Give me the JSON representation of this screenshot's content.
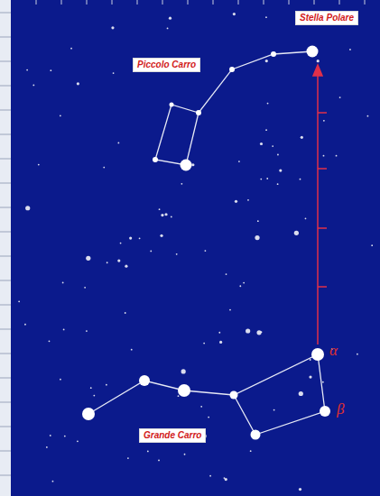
{
  "diagram": {
    "nodes": [
      {
        "text": [
          "Stella Polare"
        ]
      },
      {
        "text": [
          "Piccolo Carro"
        ]
      },
      {
        "text": [
          "Grande Carro"
        ]
      }
    ],
    "labels": [
      "α",
      "β"
    ]
  }
}
